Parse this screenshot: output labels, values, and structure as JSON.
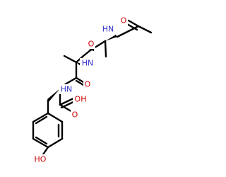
{
  "molecule": {
    "colors": {
      "bond": "#000000",
      "nitrogen": "#3333cc",
      "oxygen": "#cc0000",
      "background": "#ffffff"
    },
    "atoms": {
      "o_acetyl": "O",
      "n_acetyl": "HN",
      "o_amide_ala1": "O",
      "n_ala2": "HN",
      "o_amide_ala2": "O",
      "n_tyr": "HN",
      "o_carbonyl_acid": "O",
      "oh_acid": "OH",
      "oh_phenol": "HO"
    }
  }
}
